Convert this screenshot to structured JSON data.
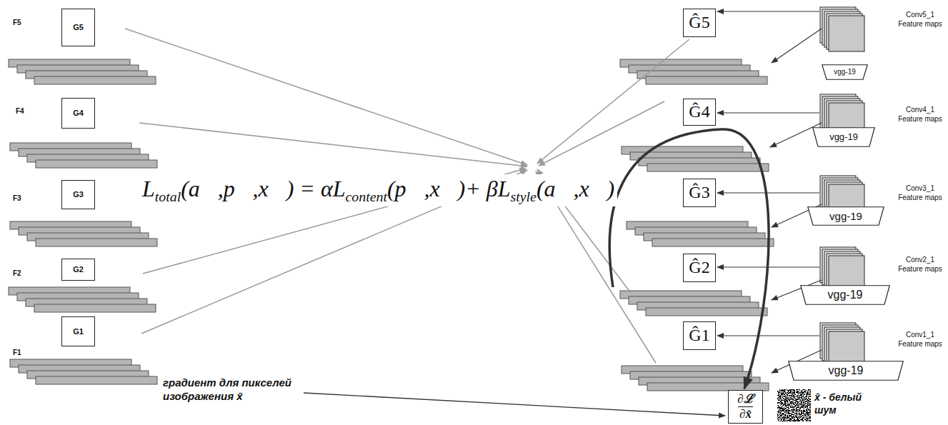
{
  "diagram": {
    "nodes": [
      {
        "text": [
          "G5"
        ]
      },
      {
        "text": [
          "G4"
        ]
      },
      {
        "text": [
          "G3"
        ]
      },
      {
        "text": [
          "G2"
        ]
      },
      {
        "text": [
          "G1"
        ]
      },
      {
        "text": [
          "Ĝ5"
        ]
      },
      {
        "text": [
          "Ĝ4"
        ]
      },
      {
        "text": [
          "Ĝ3"
        ]
      },
      {
        "text": [
          "Ĝ2"
        ]
      },
      {
        "text": [
          "Ĝ1"
        ]
      },
      {
        "text": [
          "vgg-19"
        ]
      },
      {
        "text": [
          "vgg-19"
        ]
      },
      {
        "text": [
          "vgg-19"
        ]
      },
      {
        "text": [
          "vgg-19"
        ]
      },
      {
        "text": [
          "vgg-19"
        ]
      },
      {
        "text": [
          "∂ℒ",
          "∂x̂"
        ]
      }
    ],
    "labels": [
      "F5",
      "F4",
      "F3",
      "F2",
      "F1",
      "Conv5_1 Feature maps",
      "Conv4_1 Feature maps",
      "Conv3_1 Feature maps",
      "Conv2_1 Feature maps",
      "Conv1_1 Feature maps",
      "градиент для пикселей изображения x̄",
      "x̄ - белый шум",
      "L",
      "total",
      "(a⃗,p⃗,x⃗) = αL",
      "content",
      "(p⃗,x⃗)+ βL",
      "style",
      "(a⃗,x⃗)"
    ]
  }
}
